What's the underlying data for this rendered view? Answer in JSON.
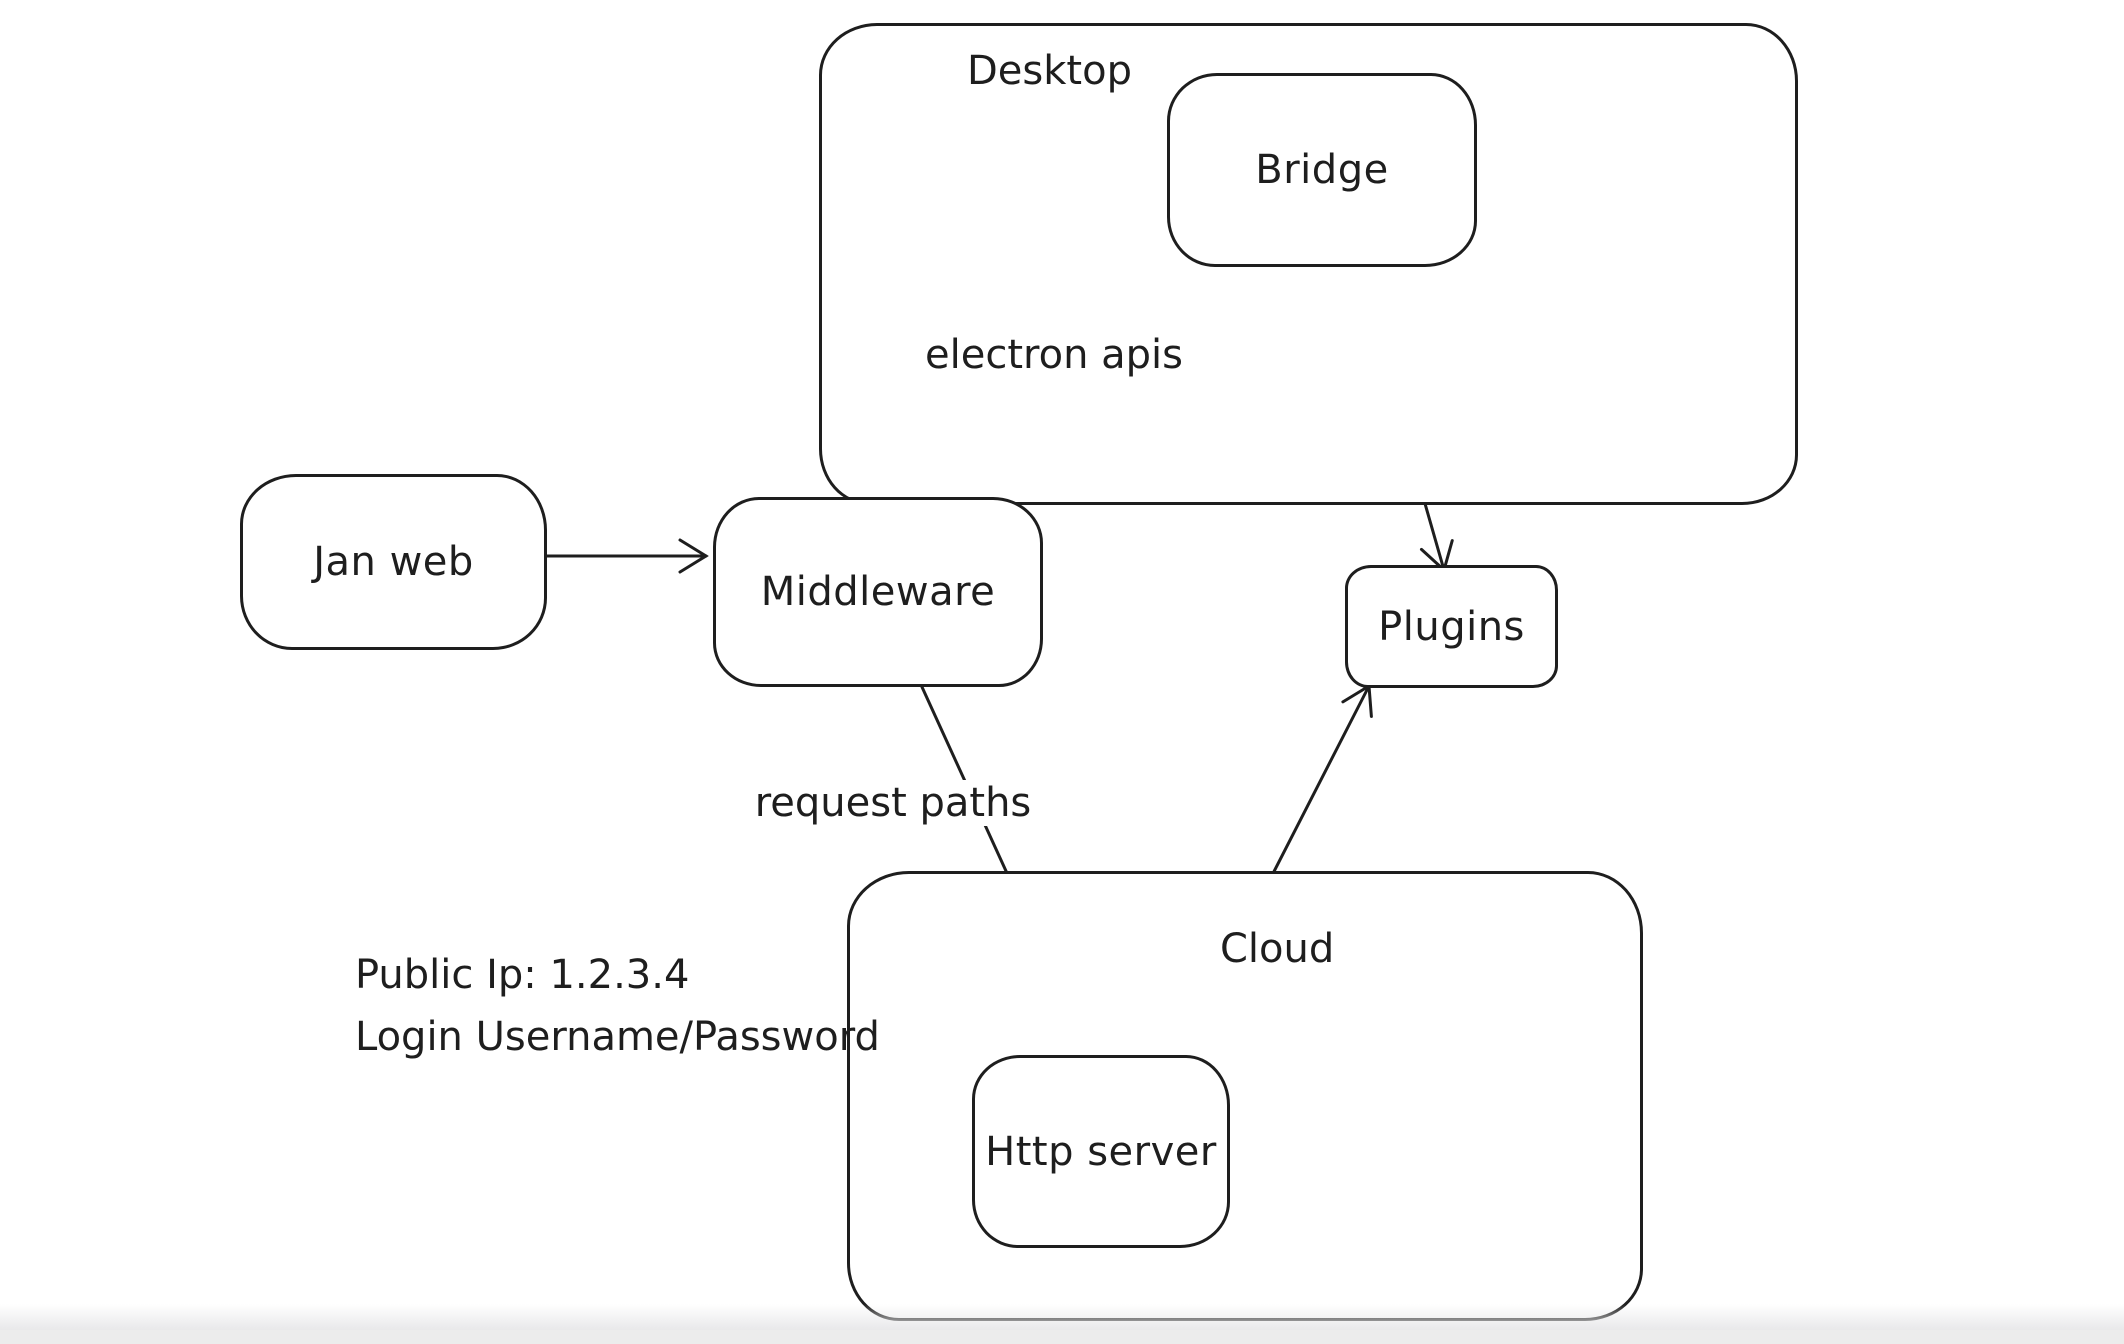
{
  "canvas": {
    "background": "#ffffff",
    "stroke_color": "#1e1e1e",
    "bottom_strip_color": "#ececec"
  },
  "nodes": {
    "desktop": {
      "label": "Desktop",
      "type": "container"
    },
    "bridge": {
      "label": "Bridge",
      "type": "box"
    },
    "jan_web": {
      "label": "Jan web",
      "type": "box"
    },
    "middleware": {
      "label": "Middleware",
      "type": "box"
    },
    "plugins": {
      "label": "Plugins",
      "type": "box"
    },
    "cloud": {
      "label": "Cloud",
      "type": "container"
    },
    "http_server": {
      "label": "Http server",
      "type": "box"
    }
  },
  "edges": [
    {
      "from": "jan_web",
      "to": "middleware",
      "label": "",
      "arrowhead": true
    },
    {
      "from": "middleware",
      "to": "bridge",
      "label": "electron apis",
      "arrowhead": true
    },
    {
      "from": "bridge",
      "to": "plugins",
      "label": "",
      "arrowhead": true
    },
    {
      "from": "middleware",
      "to": "http_server",
      "label": "request paths",
      "arrowhead": false
    },
    {
      "from": "http_server",
      "to": "plugins",
      "label": "",
      "arrowhead": true
    }
  ],
  "annotations": {
    "electron_apis": "electron apis",
    "request_paths": "request paths",
    "credentials_line1": "Public Ip: 1.2.3.4",
    "credentials_line2": "Login Username/Password"
  }
}
